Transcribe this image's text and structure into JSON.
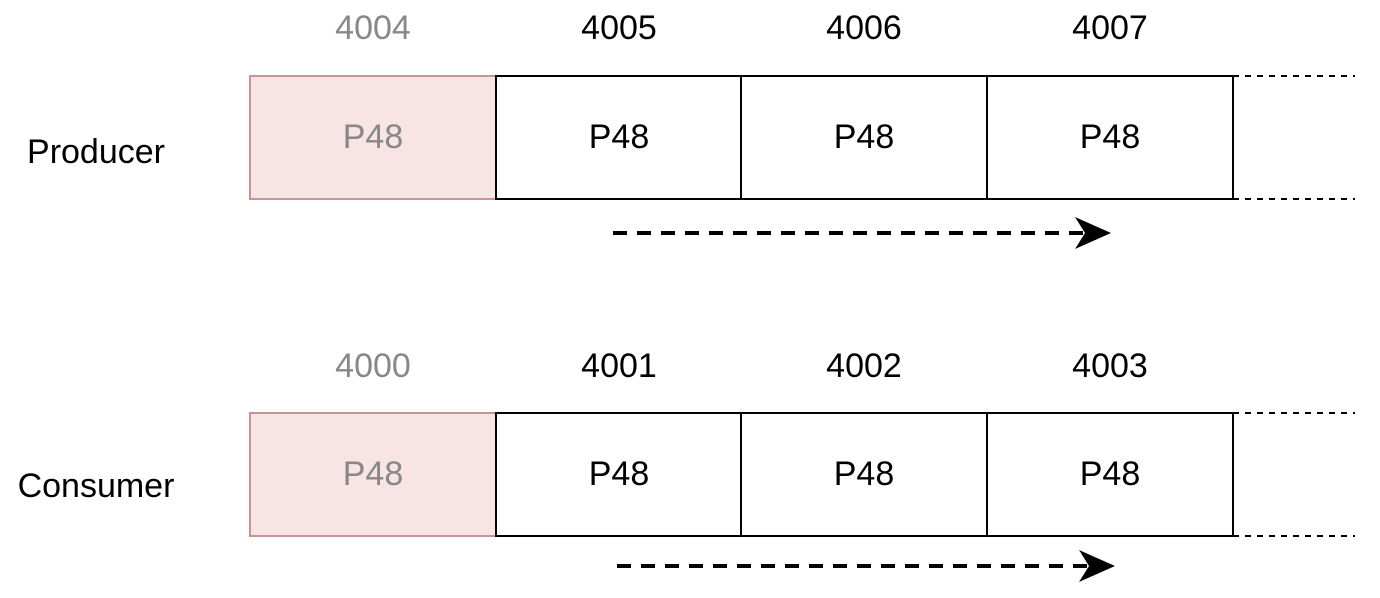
{
  "rows": [
    {
      "label": "Producer",
      "offsets": [
        "4004",
        "4005",
        "4006",
        "4007"
      ],
      "cells": [
        "P48",
        "P48",
        "P48",
        "P48"
      ]
    },
    {
      "label": "Consumer",
      "offsets": [
        "4000",
        "4001",
        "4002",
        "4003"
      ],
      "cells": [
        "P48",
        "P48",
        "P48",
        "P48"
      ]
    }
  ],
  "colors": {
    "consumed_fill": "#f8e4e4",
    "consumed_border": "#c49594",
    "consumed_text": "#888888",
    "active_border": "#000000"
  }
}
